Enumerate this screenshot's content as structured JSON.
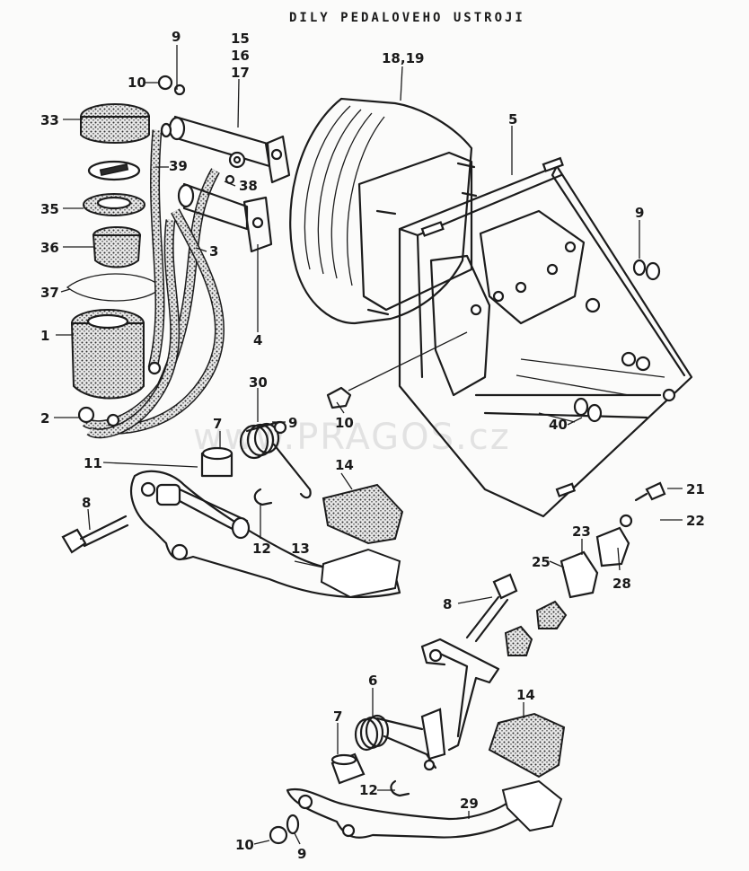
{
  "title": "DILY PEDALOVEHO USTROJI",
  "watermark": "www.PRAGOS.cz",
  "callouts": {
    "c9a": "9",
    "c10a": "10",
    "c15": "15",
    "c16": "16",
    "c17": "17",
    "c1819": "18,19",
    "c33": "33",
    "c39": "39",
    "c38": "38",
    "c5": "5",
    "c35": "35",
    "c36": "36",
    "c3": "3",
    "c9b": "9",
    "c37": "37",
    "c1": "1",
    "c4": "4",
    "c30": "30",
    "c9c": "9",
    "c10b": "10",
    "c2": "2",
    "c7a": "7",
    "c40": "40",
    "c11": "11",
    "c14a": "14",
    "c21": "21",
    "c22": "22",
    "c8a": "8",
    "c12a": "12",
    "c13": "13",
    "c23": "23",
    "c25": "25",
    "c28": "28",
    "c8b": "8",
    "c6": "6",
    "c14b": "14",
    "c7b": "7",
    "c12b": "12",
    "c29": "29",
    "c10c": "10",
    "c9d": "9"
  }
}
